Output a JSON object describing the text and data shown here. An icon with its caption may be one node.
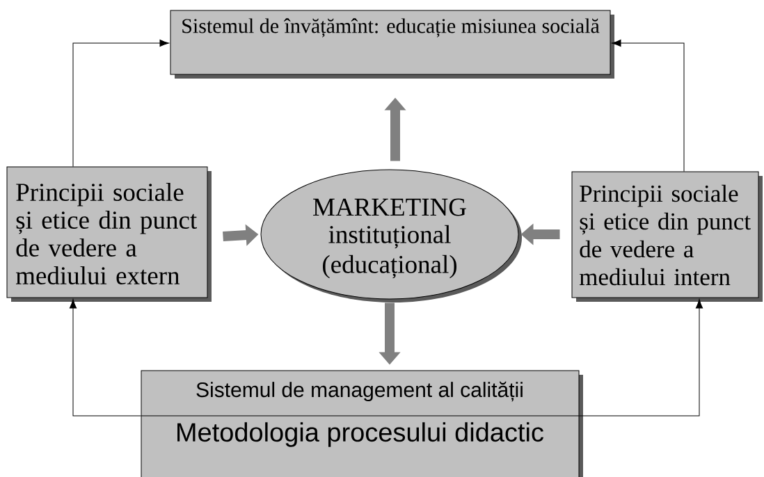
{
  "diagram": {
    "nodes": [
      {
        "text": [
          "Sistemul de învățămînt: educație misiunea socială"
        ]
      },
      {
        "text": [
          "Principii sociale și etice din punct de vedere a mediului extern"
        ]
      },
      {
        "text": [
          "MARKETING",
          "instituțional (educațional)"
        ]
      },
      {
        "text": [
          "Principii sociale și etice din punct de vedere a mediului intern"
        ]
      },
      {
        "text": [
          "Sistemul de management al calității",
          "Metodologia procesului didactic"
        ]
      }
    ],
    "edges": [
      {
        "from": 1,
        "to": 0,
        "arrow": "to"
      },
      {
        "from": 3,
        "to": 0,
        "arrow": "to"
      },
      {
        "from": 4,
        "to": 1,
        "arrow": "to"
      },
      {
        "from": 4,
        "to": 3,
        "arrow": "to"
      },
      {
        "from": 2,
        "to": 0,
        "arrow": "to",
        "style": "thick",
        "color": "#808080"
      },
      {
        "from": 1,
        "to": 2,
        "arrow": "to",
        "style": "thick",
        "color": "#808080"
      },
      {
        "from": 3,
        "to": 2,
        "arrow": "to",
        "style": "thick",
        "color": "#808080"
      },
      {
        "from": 2,
        "to": 4,
        "arrow": "to",
        "style": "thick",
        "color": "#808080"
      }
    ]
  }
}
